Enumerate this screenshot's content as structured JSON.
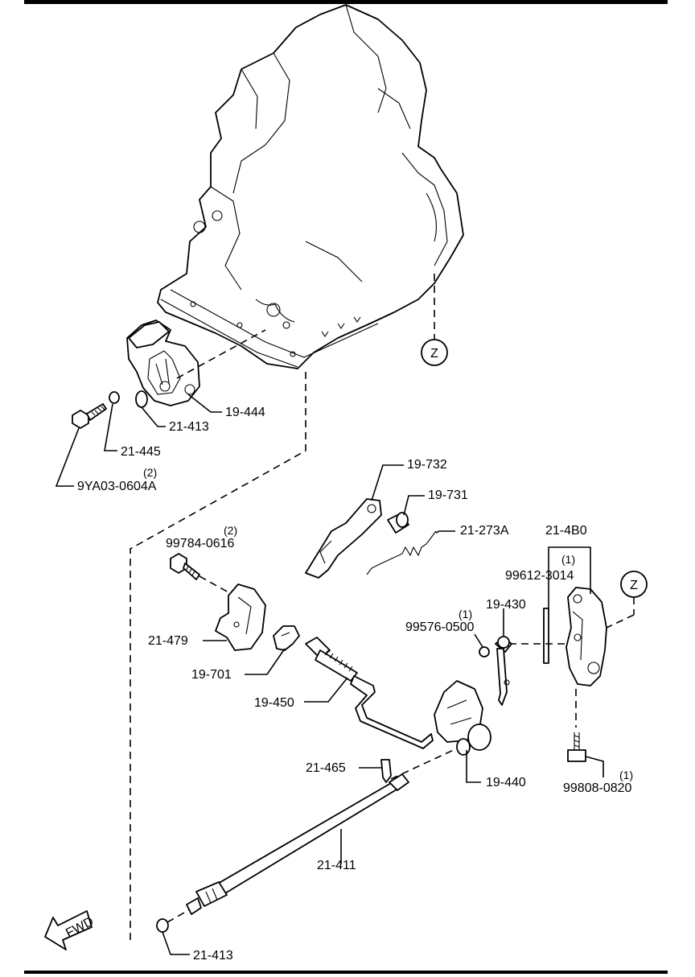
{
  "diagram": {
    "callouts": [
      {
        "id": "c-19-444",
        "label": "19-444",
        "qty": ""
      },
      {
        "id": "c-21-413a",
        "label": "21-413",
        "qty": ""
      },
      {
        "id": "c-21-445",
        "label": "21-445",
        "qty": ""
      },
      {
        "id": "c-9ya03",
        "label": "9YA03-0604A",
        "qty": "(2)"
      },
      {
        "id": "c-19-732",
        "label": "19-732",
        "qty": ""
      },
      {
        "id": "c-19-731",
        "label": "19-731",
        "qty": ""
      },
      {
        "id": "c-21-273a",
        "label": "21-273A",
        "qty": ""
      },
      {
        "id": "c-21-4b0",
        "label": "21-4B0",
        "qty": ""
      },
      {
        "id": "c-99612",
        "label": "99612-3014",
        "qty": "(1)"
      },
      {
        "id": "c-99784",
        "label": "99784-0616",
        "qty": "(2)"
      },
      {
        "id": "c-19-430",
        "label": "19-430",
        "qty": ""
      },
      {
        "id": "c-99576",
        "label": "99576-0500",
        "qty": "(1)"
      },
      {
        "id": "c-21-479",
        "label": "21-479",
        "qty": ""
      },
      {
        "id": "c-19-701",
        "label": "19-701",
        "qty": ""
      },
      {
        "id": "c-19-450",
        "label": "19-450",
        "qty": ""
      },
      {
        "id": "c-21-465",
        "label": "21-465",
        "qty": ""
      },
      {
        "id": "c-19-440",
        "label": "19-440",
        "qty": ""
      },
      {
        "id": "c-99808",
        "label": "99808-0820",
        "qty": "(1)"
      },
      {
        "id": "c-21-411",
        "label": "21-411",
        "qty": ""
      },
      {
        "id": "c-21-413b",
        "label": "21-413",
        "qty": ""
      }
    ],
    "reference_markers": [
      {
        "id": "z-top",
        "label": "Z"
      },
      {
        "id": "z-right",
        "label": "Z"
      }
    ],
    "fwd_arrow": {
      "label": "FWD"
    }
  }
}
